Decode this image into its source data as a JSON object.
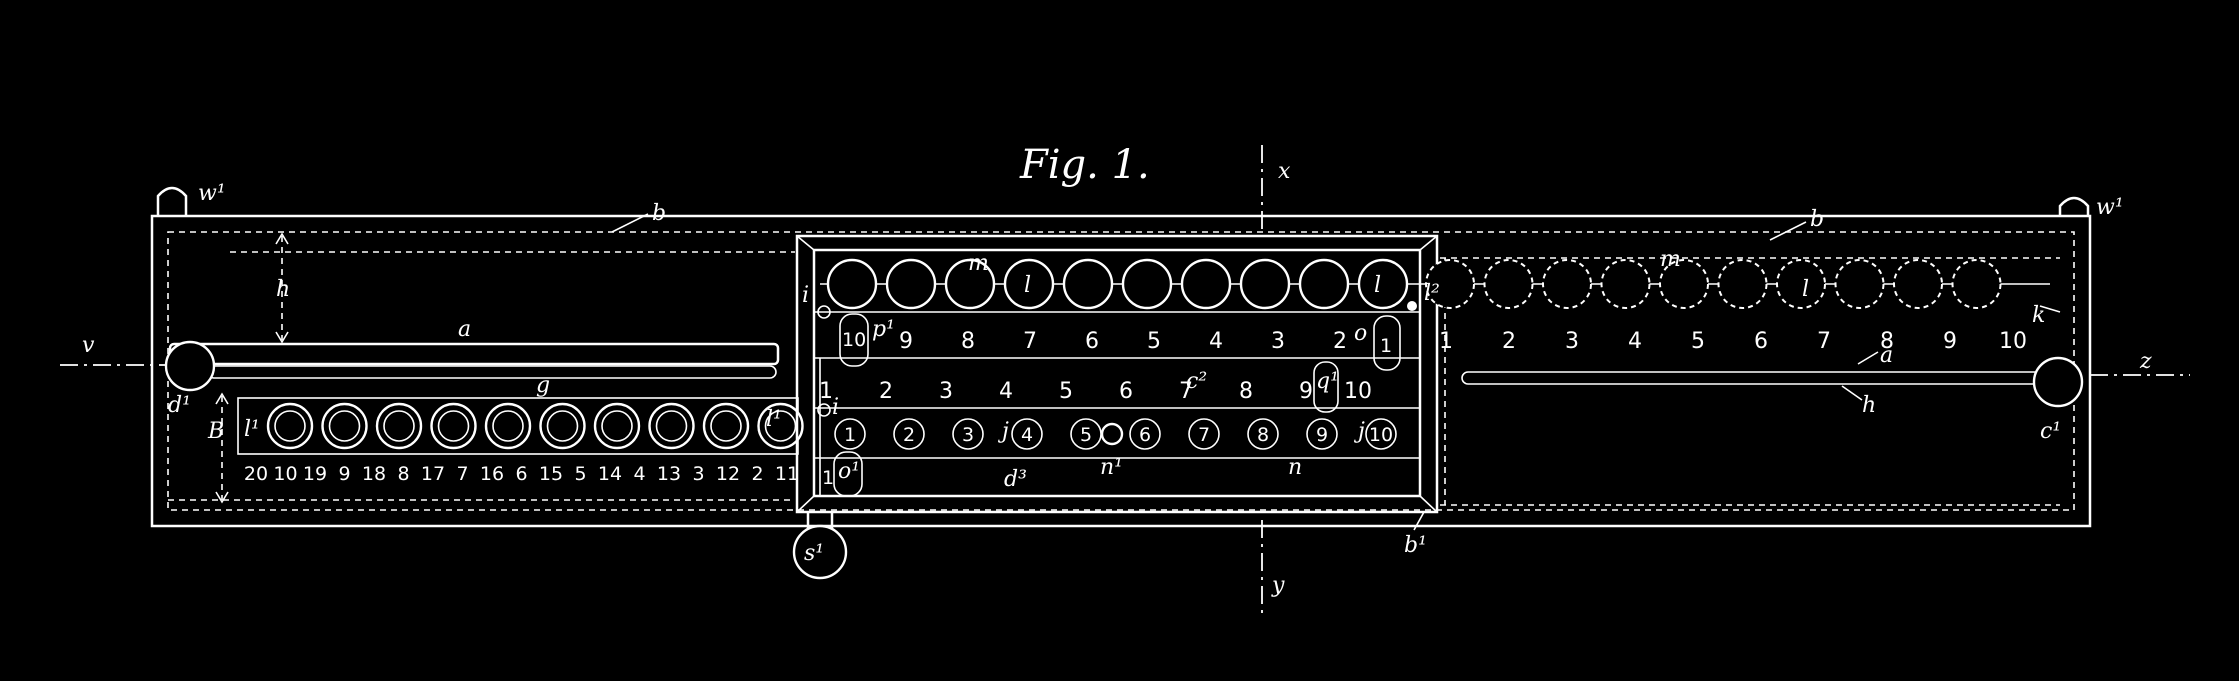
{
  "figure": {
    "title": "Fig. 1.",
    "section_labels": {
      "x": "x",
      "y": "y",
      "v": "v",
      "z": "z"
    },
    "part_labels": {
      "w1_left": "w¹",
      "w1_right": "w¹",
      "b_left": "b",
      "b_right": "b",
      "a_left": "a",
      "a_right": "a",
      "h": "h",
      "g": "g",
      "d1": "d¹",
      "c1": "c¹",
      "B": "B",
      "l1_left": "l¹",
      "l1_mid": "l¹",
      "s1": "s¹",
      "b1": "b¹",
      "k": "k",
      "m_left": "m",
      "m_right": "m",
      "l_a": "l",
      "l_b": "l",
      "l_c": "l",
      "l2": "l²",
      "i": "i",
      "p1": "p¹",
      "o": "o",
      "q1": "q¹",
      "c2": "c²",
      "j_a": "j",
      "j_b": "j",
      "n1": "n¹",
      "n": "n",
      "d3": "d³",
      "o1": "o¹"
    },
    "upper_scale_left": [
      "9",
      "8",
      "7",
      "6",
      "5",
      "4",
      "3",
      "2"
    ],
    "upper_scale_right": [
      "1",
      "2",
      "3",
      "4",
      "5",
      "6",
      "7",
      "8",
      "9",
      "10"
    ],
    "middle_scale": [
      "1",
      "2",
      "3",
      "4",
      "5",
      "6",
      "7",
      "8",
      "9"
    ],
    "middle_scale_end": "10",
    "window_numbers": [
      "1",
      "2",
      "3",
      "4",
      "5",
      "6",
      "7",
      "8",
      "9",
      "10"
    ],
    "slot_number_left": "10",
    "slot_number_mid": "1",
    "bottom_scale": [
      "20",
      "10",
      "19",
      "9",
      "18",
      "8",
      "17",
      "7",
      "16",
      "6",
      "15",
      "5",
      "14",
      "4",
      "13",
      "3",
      "12",
      "2",
      "11"
    ],
    "bottom_scale_end": "1"
  }
}
